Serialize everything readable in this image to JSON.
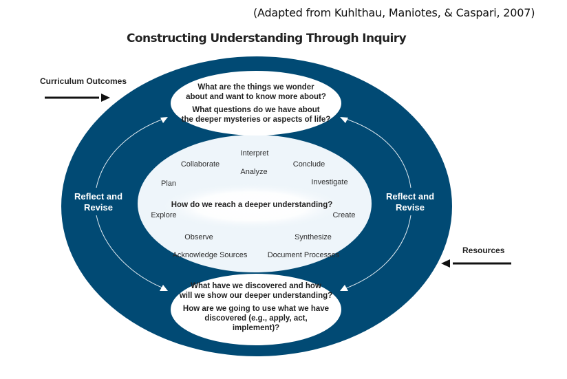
{
  "citation": "(Adapted from Kuhlthau, Maniotes, & Caspari, 2007)",
  "title": "Constructing Understanding Through Inquiry",
  "colors": {
    "outer_ring": "#014a74",
    "inner_field": "#eef5fa",
    "question_bubble": "#ffffff",
    "text_dark": "#222222",
    "text_light": "#ffffff"
  },
  "inputs": {
    "curriculum": {
      "label": "Curriculum Outcomes",
      "icon": "arrow-right-icon"
    },
    "resources": {
      "label": "Resources",
      "icon": "arrow-left-icon"
    }
  },
  "cycle": {
    "left": {
      "line1": "Reflect and",
      "line2": "Revise",
      "icon": "curved-double-arrow-icon"
    },
    "right": {
      "line1": "Reflect and",
      "line2": "Revise",
      "icon": "curved-double-arrow-icon"
    }
  },
  "top_questions": {
    "q1_line1": "What are the things we wonder",
    "q1_line2": "about and want to know more about?",
    "q2_line1": "What questions do we have about",
    "q2_line2": "the deeper mysteries or aspects of life?"
  },
  "center": {
    "question": "How do we reach a deeper understanding?",
    "processes": {
      "interpret": "Interpret",
      "collaborate": "Collaborate",
      "analyze": "Analyze",
      "conclude": "Conclude",
      "plan": "Plan",
      "investigate": "Investigate",
      "explore": "Explore",
      "create": "Create",
      "observe": "Observe",
      "synthesize": "Synthesize",
      "acknowledge_sources": "Acknowledge Sources",
      "document_processes": "Document Processes"
    }
  },
  "bottom_questions": {
    "q1_line1": "What have we discovered and how",
    "q1_line2": "will we show our deeper understanding?",
    "q2_line1": "How are we going to use what we have",
    "q2_line2": "discovered (e.g., apply, act,",
    "q2_line3": "implement)?"
  }
}
